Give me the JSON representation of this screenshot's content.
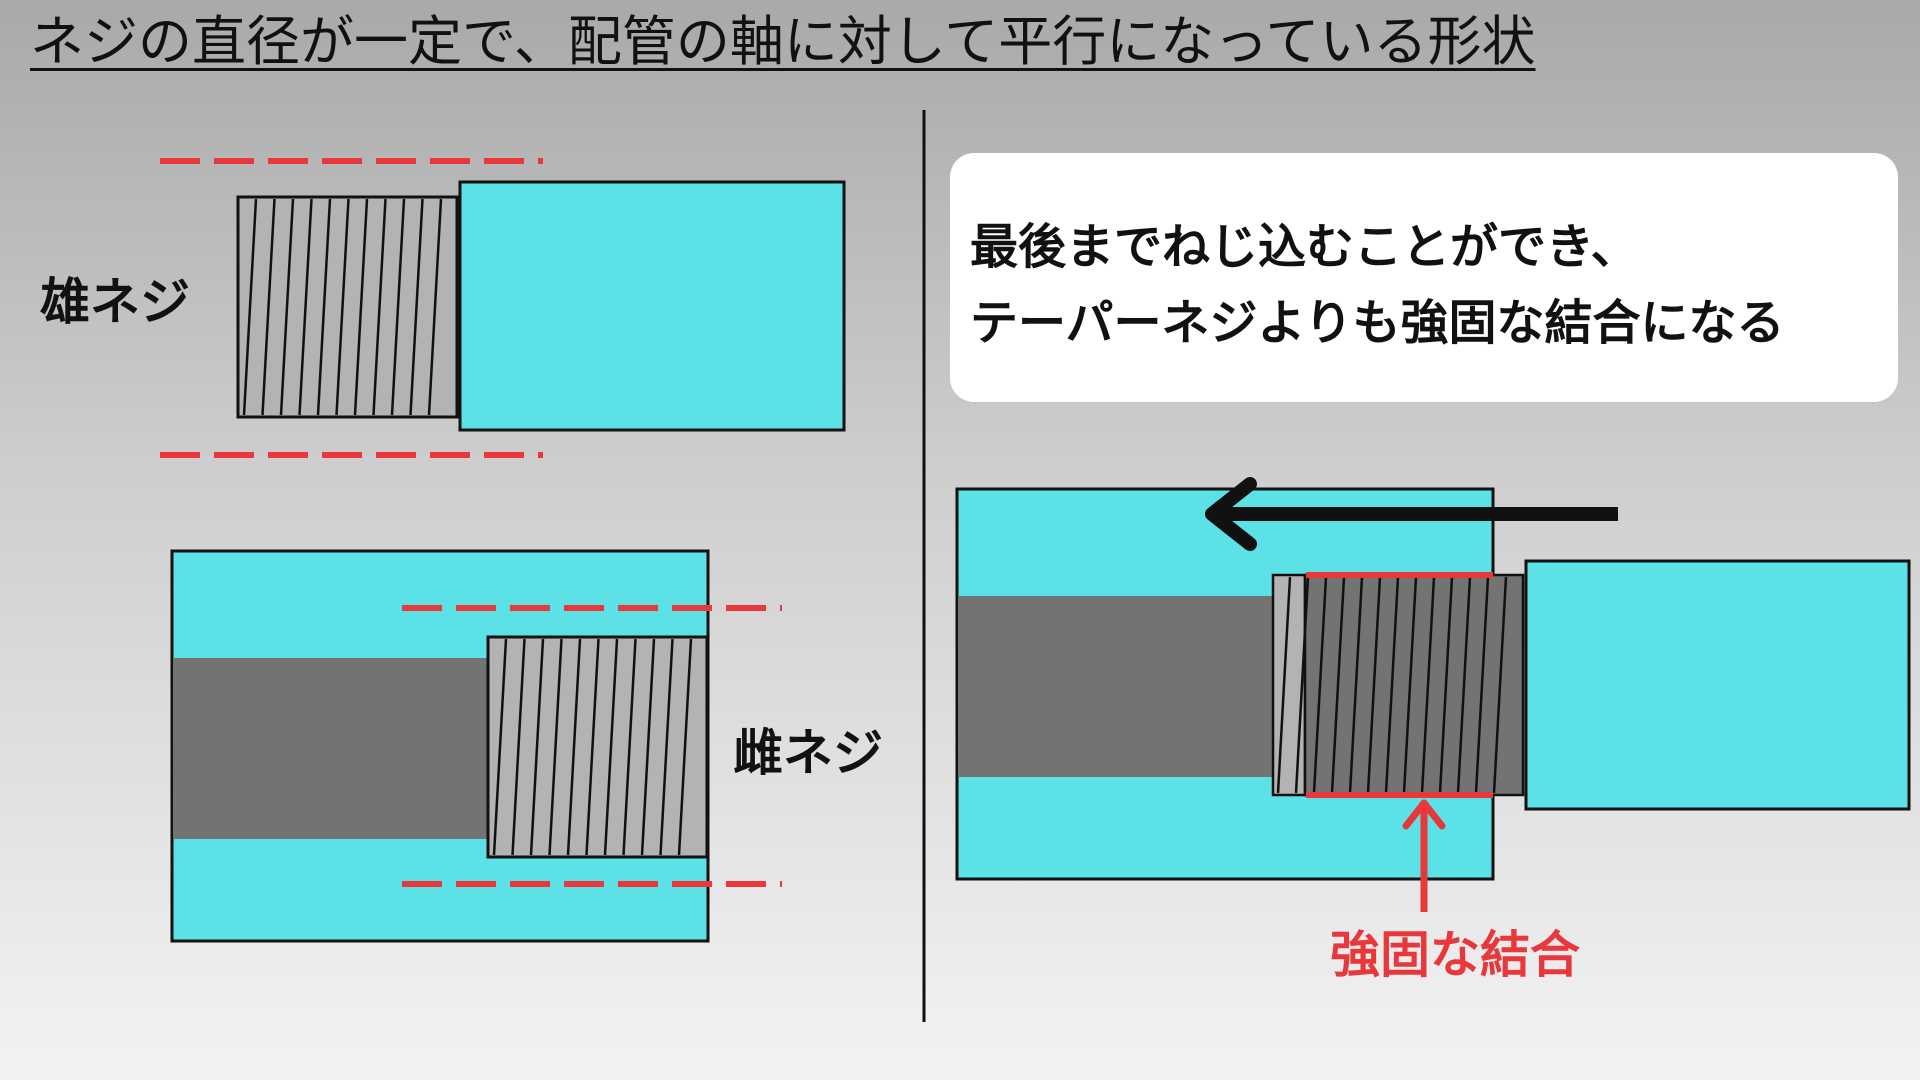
{
  "title": "ネジの直径が一定で、配管の軸に対して平行になっている形状",
  "labels": {
    "male_thread": "雄ネジ",
    "female_thread": "雌ネジ",
    "strong_bond": "強固な結合"
  },
  "callout": {
    "line1": "最後までねじ込むことができ、",
    "line2": "テーパーネジよりも強固な結合になる"
  },
  "colors": {
    "pipe": "#5ce1e6",
    "thread": "#b3b3b3",
    "bore": "#737373",
    "guide_line": "#e8383b",
    "outline": "#111111"
  }
}
